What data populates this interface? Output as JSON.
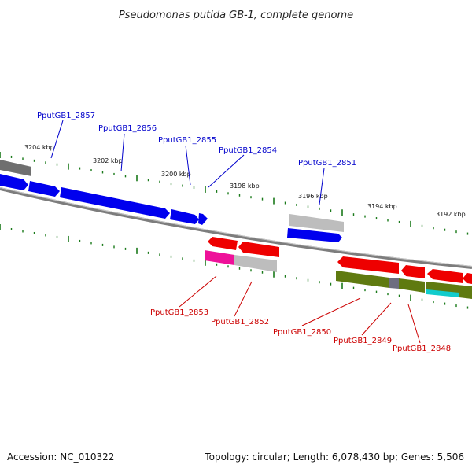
{
  "title": "Pseudomonas putida GB-1, complete genome",
  "footer": {
    "accession": "Accession: NC_010322",
    "topology": "Topology: circular; Length: 6,078,430 bp; Genes: 5,506"
  },
  "colors": {
    "forward_label": "#0000cc",
    "reverse_label": "#cc0000",
    "tick": "#1a7a1a",
    "backbone": "#808080",
    "blue_gene": "#0000ee",
    "red_gene": "#ee0000",
    "olive_feature": "#5f7a10",
    "gray_feature": "#b8b8b8",
    "magenta_feature": "#ee1199",
    "cyan_feature": "#11cccc"
  },
  "scale_labels": [
    "3204 kbp",
    "3202 kbp",
    "3200 kbp",
    "3198 kbp",
    "3196 kbp",
    "3194 kbp",
    "3192 kbp"
  ],
  "forward_gene_labels": [
    "PputGB1_2857",
    "PputGB1_2856",
    "PputGB1_2855",
    "PputGB1_2854",
    "PputGB1_2851"
  ],
  "reverse_gene_labels": [
    "PputGB1_2853",
    "PputGB1_2852",
    "PputGB1_2850",
    "PputGB1_2849",
    "PputGB1_2848"
  ]
}
